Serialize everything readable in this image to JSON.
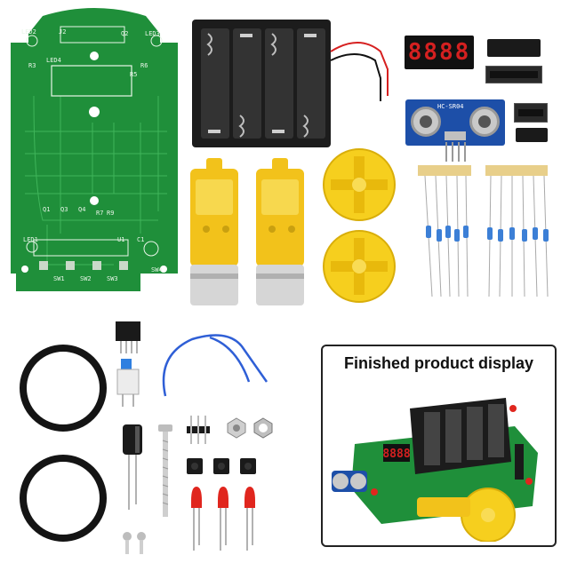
{
  "panel": {
    "title": "Finished product display"
  },
  "pcb": {
    "label_led2": "LED2",
    "label_led3": "LED3",
    "label_led4": "LED4",
    "label_led1": "LED1",
    "label_j2": "J2",
    "label_r3": "R3",
    "label_r6": "R6",
    "label_r5": "R5",
    "label_u1": "U1",
    "label_r7": "R7",
    "label_r9": "R9",
    "label_c1": "C1",
    "label_sw4": "SW4",
    "label_sw3": "SW3",
    "label_sw2": "SW2",
    "label_sw1": "SW1",
    "label_q1": "Q1",
    "label_q2": "Q2",
    "label_q3": "Q3",
    "label_q4": "Q4"
  },
  "sensor": {
    "label": "HC-SR04"
  },
  "display": {
    "digits": "8888"
  },
  "colors": {
    "pcb_green": "#1f8f3a",
    "pcb_trace": "#3fb55a",
    "battery_black": "#1c1c1c",
    "motor_yellow": "#f2c21b",
    "wheel_yellow": "#f6cf1e",
    "sensor_blue": "#1d4fa8",
    "led_red": "#e0261e",
    "wire_blue": "#2f5fd6",
    "panel_border": "#222222"
  }
}
